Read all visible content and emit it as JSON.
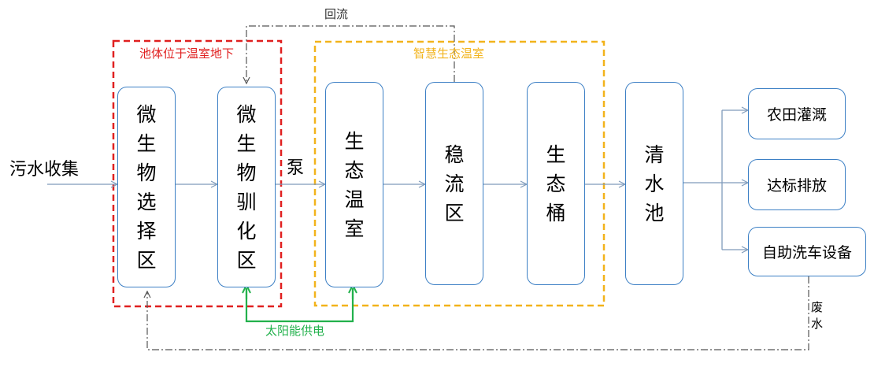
{
  "labels": {
    "sewage_collection": "污水收集",
    "pump": "泵",
    "return_flow": "回流",
    "underground_zone": "池体位于温室地下",
    "smart_greenhouse": "智慧生态温室",
    "solar_power": "太阳能供电",
    "waste_water": "废水"
  },
  "boxes": {
    "microbe_selection": "微生物选择区",
    "microbe_acclimation": "微生物驯化区",
    "eco_greenhouse": "生态温室",
    "stabilization_zone": "稳流区",
    "eco_bucket": "生态桶",
    "clear_pool": "清水池",
    "irrigation": "农田灌溉",
    "standard_discharge": "达标排放",
    "car_wash": "自助洗车设备"
  },
  "colors": {
    "box_border": "#3d80c5",
    "arrow": "#7f9bbb",
    "red_zone": "#e02020",
    "yellow_zone": "#f2b31b",
    "solar_green": "#22b14c",
    "dash_line": "#555555"
  }
}
